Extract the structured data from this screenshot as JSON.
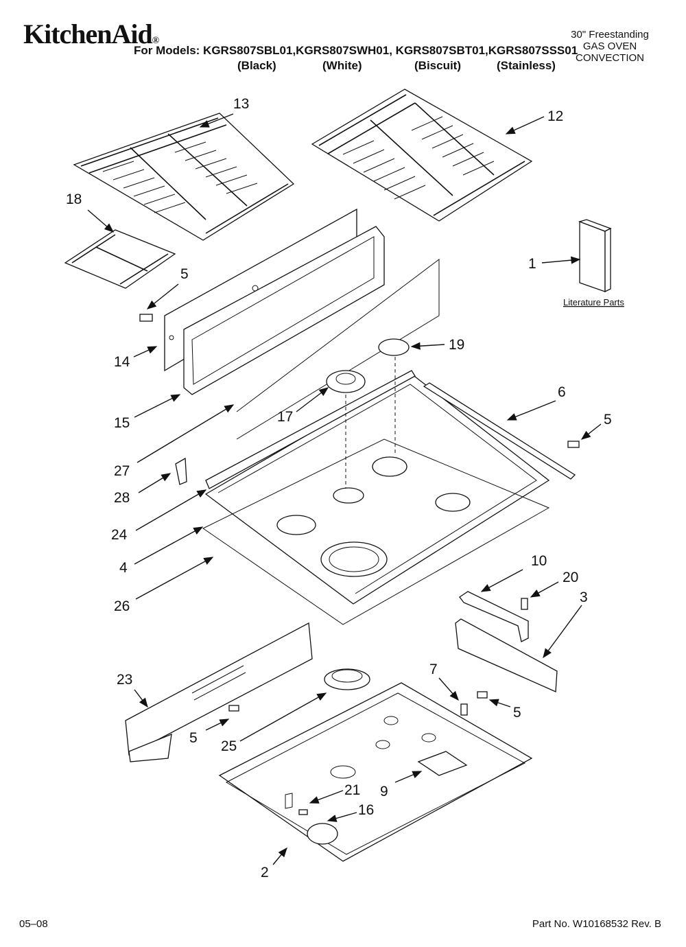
{
  "header": {
    "brand": "KitchenAid",
    "brand_mark": "®",
    "models_line": "For Models: KGRS807SBL01,KGRS807SWH01, KGRS807SBT01,KGRS807SSS01",
    "colors": [
      "(Black)",
      "(White)",
      "(Biscuit)",
      "(Stainless)"
    ],
    "description": [
      "30\" Freestanding",
      "GAS OVEN",
      "CONVECTION"
    ]
  },
  "callouts": {
    "c13": "13",
    "c12": "12",
    "c18": "18",
    "c5a": "5",
    "c1": "1",
    "c14": "14",
    "c19": "19",
    "c15": "15",
    "c17": "17",
    "c6": "6",
    "c5b": "5",
    "c27": "27",
    "c28": "28",
    "c24": "24",
    "c4": "4",
    "c26": "26",
    "c10": "10",
    "c20": "20",
    "c3": "3",
    "c23": "23",
    "c7": "7",
    "c5c": "5",
    "c5d": "5",
    "c25": "25",
    "c9": "9",
    "c21": "21",
    "c16": "16",
    "c2": "2"
  },
  "literature_label": "Literature Parts",
  "footer": {
    "date": "05–08",
    "part_number": "Part No. W10168532 Rev. B"
  }
}
